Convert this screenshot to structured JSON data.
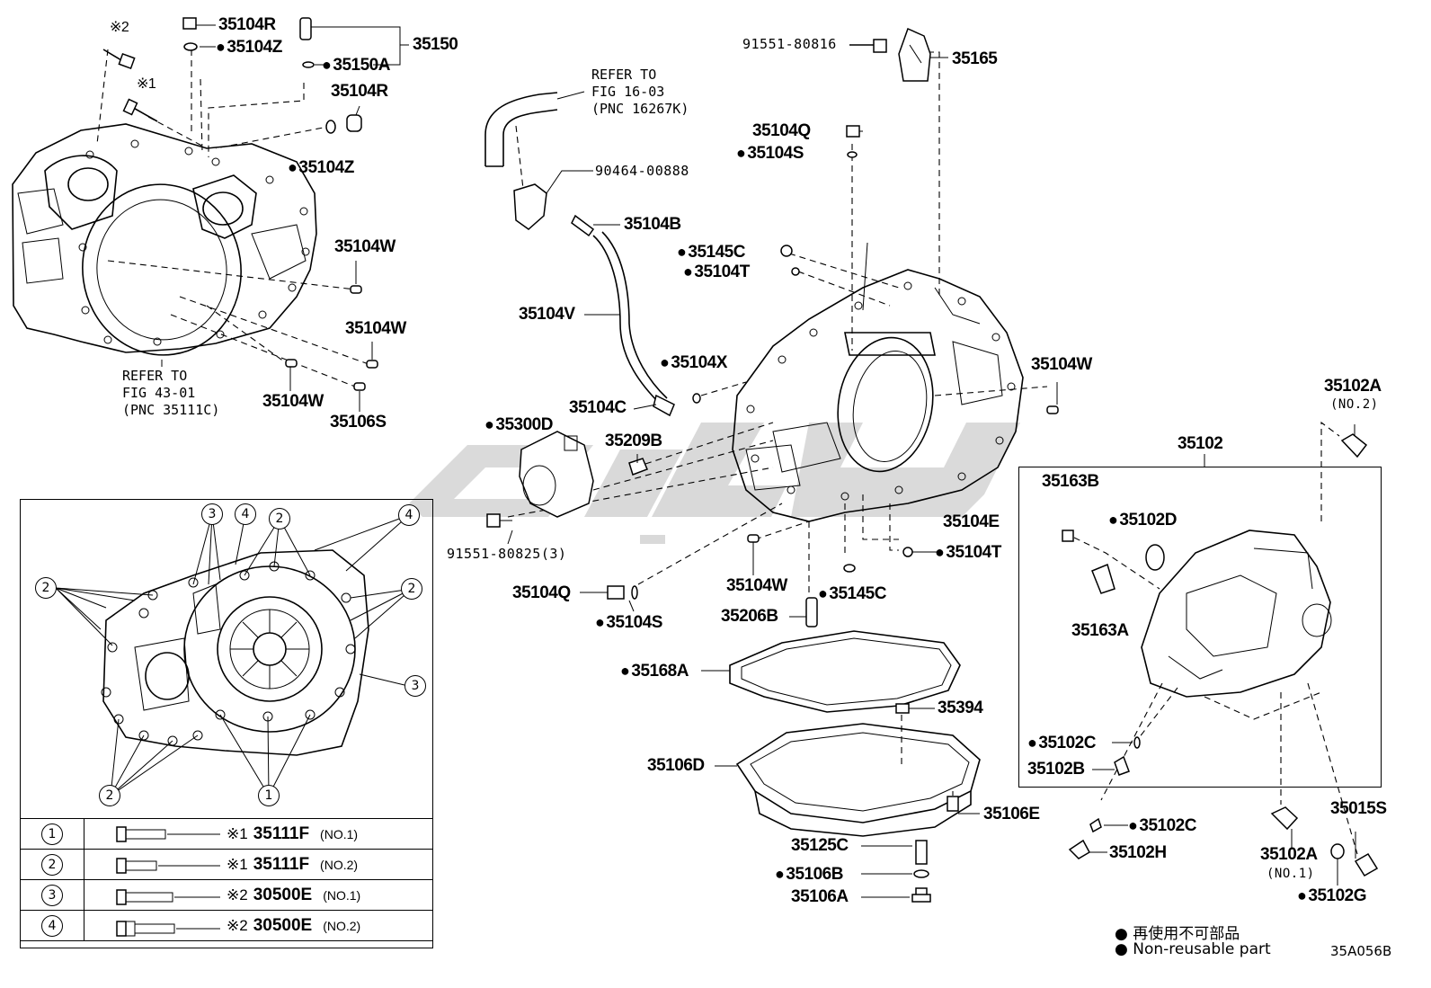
{
  "labels": {
    "n35104R_a": "35104R",
    "n35104Z_a": "35104Z",
    "n35150": "35150",
    "n35150A": "35150A",
    "n35104R_b": "35104R",
    "n35104Z_b": "35104Z",
    "n35104W_a": "35104W",
    "n35104W_b": "35104W",
    "n35104W_c": "35104W",
    "n35106S": "35106S",
    "n91551_80816": "91551-80816",
    "n35165": "35165",
    "n35104Q_a": "35104Q",
    "n35104S_a": "35104S",
    "n90464_00888": "90464-00888",
    "n35104B": "35104B",
    "n35145C_a": "35145C",
    "n35104T_a": "35104T",
    "n35104V": "35104V",
    "n35104X": "35104X",
    "n35104W_d": "35104W",
    "n35104C": "35104C",
    "n35300D": "35300D",
    "n35209B": "35209B",
    "n91551_80825": "91551-80825(3)",
    "n35104E": "35104E",
    "n35104T_b": "35104T",
    "n35104W_e": "35104W",
    "n35145C_b": "35145C",
    "n35104Q_b": "35104Q",
    "n35104S_b": "35104S",
    "n35206B": "35206B",
    "n35168A": "35168A",
    "n35394": "35394",
    "n35106D": "35106D",
    "n35106E": "35106E",
    "n35125C": "35125C",
    "n35106B": "35106B",
    "n35106A": "35106A",
    "n35102A_top": "35102A",
    "n35102A_top_spec": "(NO.2)",
    "n35102": "35102",
    "n35163B": "35163B",
    "n35102D": "35102D",
    "n35163A": "35163A",
    "n35102C_a": "35102C",
    "n35102B": "35102B",
    "n35102C_b": "35102C",
    "n35102H": "35102H",
    "n35102A_bot": "35102A",
    "n35102A_bot_spec": "(NO.1)",
    "n35015S": "35015S",
    "n35102G": "35102G",
    "mark2": "※2",
    "mark1": "※1"
  },
  "refs": {
    "fig16_l1": "REFER TO",
    "fig16_l2": "FIG 16-03",
    "fig16_l3": "(PNC 16267K)",
    "fig43_l1": "REFER TO",
    "fig43_l2": "FIG 43-01",
    "fig43_l3": "(PNC 35111C)"
  },
  "inset_callouts": [
    "1",
    "2",
    "3",
    "4"
  ],
  "bolt_table": [
    {
      "num": "1",
      "mark": "※1",
      "part": "35111F",
      "spec": "(NO.1)"
    },
    {
      "num": "2",
      "mark": "※1",
      "part": "35111F",
      "spec": "(NO.2)"
    },
    {
      "num": "3",
      "mark": "※2",
      "part": "30500E",
      "spec": "(NO.1)"
    },
    {
      "num": "4",
      "mark": "※2",
      "part": "30500E",
      "spec": "(NO.2)"
    }
  ],
  "legend": {
    "jp": "再使用不可部品",
    "en": "Non-reusable part"
  },
  "diagram_code": "35A056B"
}
